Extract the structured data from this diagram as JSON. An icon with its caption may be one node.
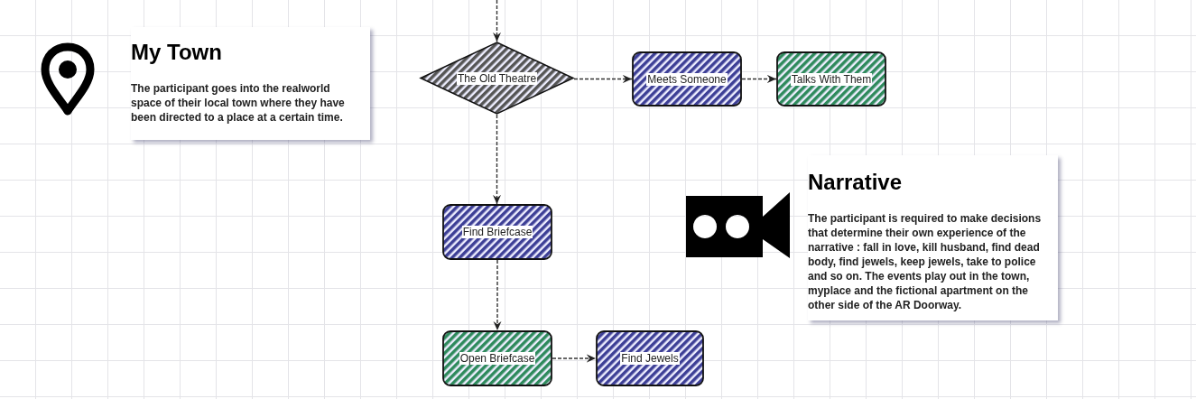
{
  "diagram": {
    "nodes": [
      {
        "text": [
          "My Town",
          "The participant goes into the realworld space of their local town where they have been directed to a place at a certain time."
        ]
      },
      {
        "text": [
          "The Old Theatre"
        ]
      },
      {
        "text": [
          "Meets Someone"
        ]
      },
      {
        "text": [
          "Talks With Them"
        ]
      },
      {
        "text": [
          "Narrative",
          "The participant is required to make decisions that determine their own experience of the narrative : fall in love, kill husband, find dead body, find jewels, keep jewels, take to police and so on. The events play out in the town, myplace and the fictional apartment on the other side of the AR Doorway."
        ]
      },
      {
        "text": [
          "Find Briefcase"
        ]
      },
      {
        "text": [
          "Open Briefcase"
        ]
      },
      {
        "text": [
          "Find Jewels"
        ]
      }
    ],
    "edges": [
      {
        "from": null,
        "to": 1,
        "arrow": "to",
        "style": "dashed"
      },
      {
        "from": 1,
        "to": 2,
        "arrow": "to",
        "style": "dashed"
      },
      {
        "from": 2,
        "to": 3,
        "arrow": "to",
        "style": "dashed"
      },
      {
        "from": 1,
        "to": 5,
        "arrow": "to",
        "style": "dashed"
      },
      {
        "from": 5,
        "to": 6,
        "arrow": "to",
        "style": "dashed"
      },
      {
        "from": 6,
        "to": 7,
        "arrow": "to",
        "style": "dashed"
      }
    ]
  }
}
